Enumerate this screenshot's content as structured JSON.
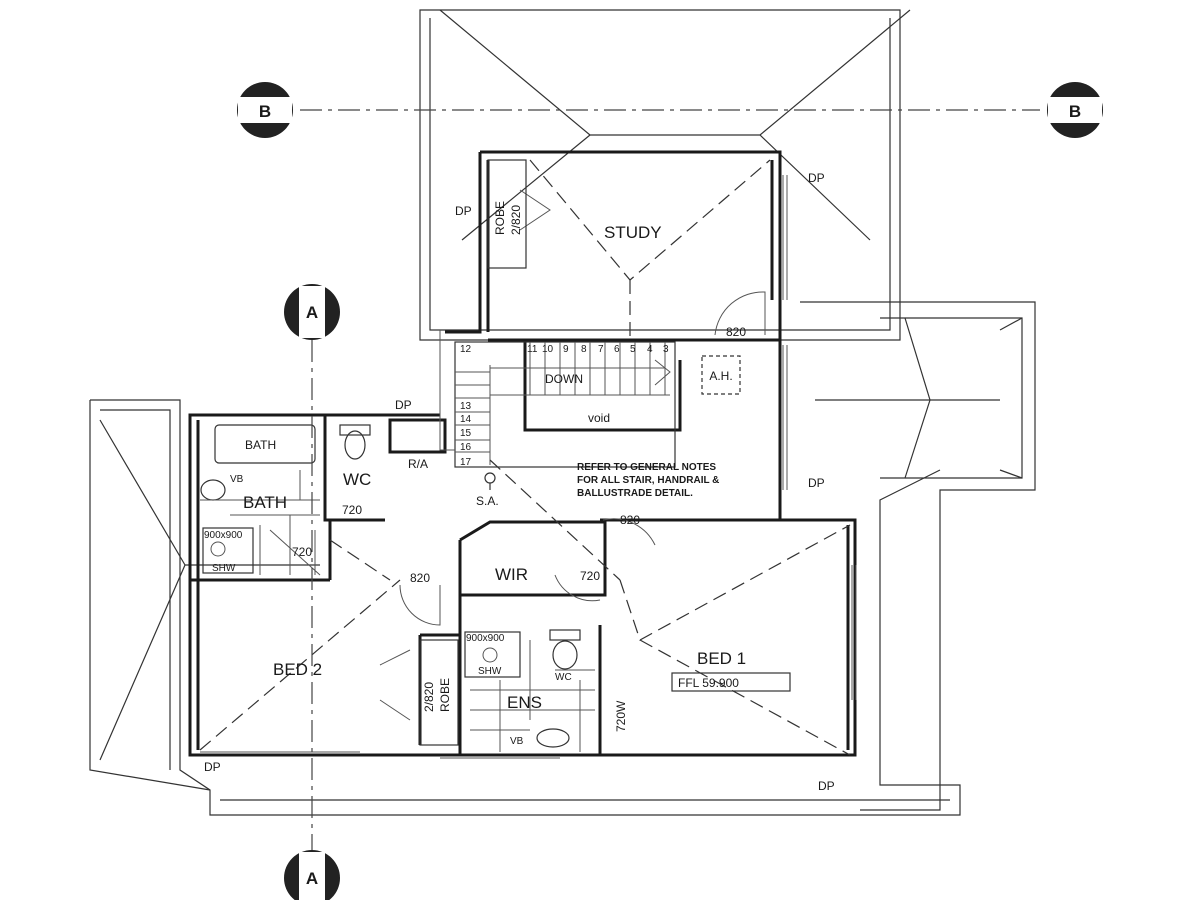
{
  "sections": {
    "b": "B",
    "a": "A"
  },
  "rooms": {
    "study": "STUDY",
    "bed1": "BED 1",
    "bed2": "BED 2",
    "wir": "WIR",
    "ens": "ENS",
    "bath_room": "BATH",
    "bath_fixture": "BATH",
    "wc_main": "WC",
    "void": "void",
    "down": "DOWN"
  },
  "fixtures": {
    "robe_study": [
      "ROBE",
      "2/820"
    ],
    "robe_bed2": [
      "2/820",
      "ROBE"
    ],
    "vb": "VB",
    "shw": "SHW",
    "shw_size": "900x900",
    "wc_small": "WC",
    "ra": "R/A",
    "sa": "S.A.",
    "ah": "A.H.",
    "dp": "DP"
  },
  "levels": {
    "ffl_bed1": "FFL 59.900"
  },
  "dimensions": {
    "d820": "820",
    "d720": "720",
    "d720w": "720W"
  },
  "stair": {
    "steps_top": [
      "11",
      "10",
      "9",
      "8",
      "7",
      "6",
      "5",
      "4",
      "3"
    ],
    "steps_left": [
      "12",
      "13",
      "14",
      "15",
      "16",
      "17"
    ]
  },
  "notes": {
    "stair_note": [
      "REFER TO GENERAL NOTES",
      "FOR ALL STAIR, HANDRAIL &",
      "BALLUSTRADE DETAIL."
    ]
  }
}
